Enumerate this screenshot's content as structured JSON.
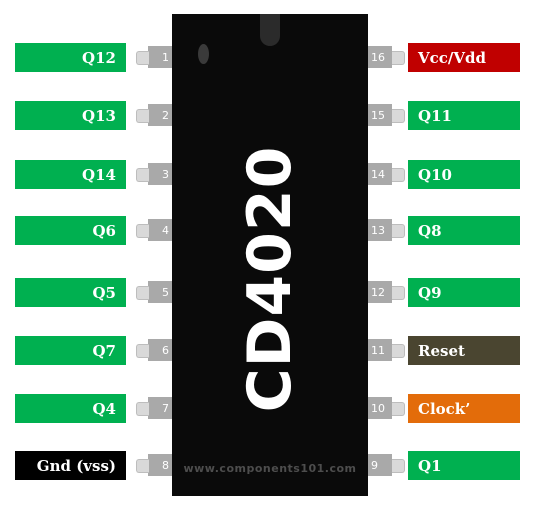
{
  "chip": {
    "name": "CD4020",
    "watermark": "www.components101.com"
  },
  "colors": {
    "signal": "#00b050",
    "power": "#c00000",
    "ground": "#000000",
    "reset": "#4a4530",
    "clock": "#e36c0a"
  },
  "left_pins": [
    {
      "number": "1",
      "label": "Q12",
      "kind": "signal"
    },
    {
      "number": "2",
      "label": "Q13",
      "kind": "signal"
    },
    {
      "number": "3",
      "label": "Q14",
      "kind": "signal"
    },
    {
      "number": "4",
      "label": "Q6",
      "kind": "signal"
    },
    {
      "number": "5",
      "label": "Q5",
      "kind": "signal"
    },
    {
      "number": "6",
      "label": "Q7",
      "kind": "signal"
    },
    {
      "number": "7",
      "label": "Q4",
      "kind": "signal"
    },
    {
      "number": "8",
      "label": "Gnd (vss)",
      "kind": "ground"
    }
  ],
  "right_pins": [
    {
      "number": "16",
      "label": "Vcc/Vdd",
      "kind": "power"
    },
    {
      "number": "15",
      "label": "Q11",
      "kind": "signal"
    },
    {
      "number": "14",
      "label": "Q10",
      "kind": "signal"
    },
    {
      "number": "13",
      "label": "Q8",
      "kind": "signal"
    },
    {
      "number": "12",
      "label": "Q9",
      "kind": "signal"
    },
    {
      "number": "11",
      "label": "Reset",
      "kind": "reset"
    },
    {
      "number": "10",
      "label": "Clock’",
      "kind": "clock"
    },
    {
      "number": "9",
      "label": "Q1",
      "kind": "signal"
    }
  ]
}
